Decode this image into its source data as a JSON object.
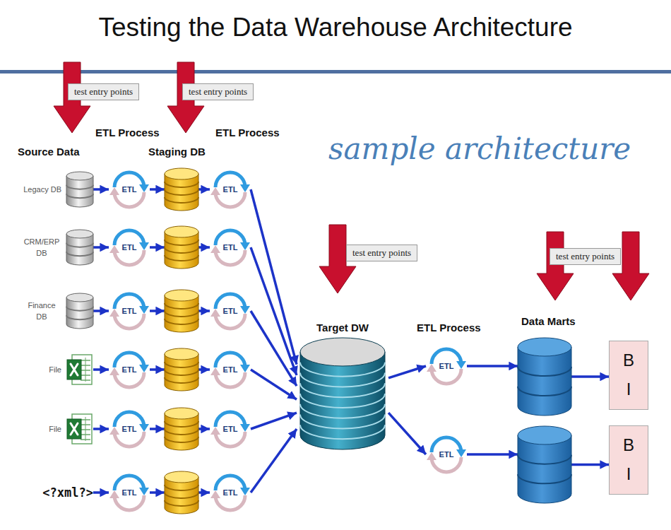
{
  "diagram": {
    "title": "Testing the Data Warehouse Architecture",
    "nodes": [
      {
        "text": [
          "Legacy DB"
        ]
      },
      {
        "text": [
          "ETL"
        ]
      },
      {
        "text": []
      },
      {
        "text": [
          "ETL"
        ]
      },
      {
        "text": [
          "CRM/ERP DB"
        ]
      },
      {
        "text": [
          "ETL"
        ]
      },
      {
        "text": []
      },
      {
        "text": [
          "ETL"
        ]
      },
      {
        "text": [
          "Finance DB"
        ]
      },
      {
        "text": [
          "ETL"
        ]
      },
      {
        "text": []
      },
      {
        "text": [
          "ETL"
        ]
      },
      {
        "text": [
          "File"
        ]
      },
      {
        "text": [
          "ETL"
        ]
      },
      {
        "text": []
      },
      {
        "text": [
          "ETL"
        ]
      },
      {
        "text": [
          "File"
        ]
      },
      {
        "text": [
          "ETL"
        ]
      },
      {
        "text": []
      },
      {
        "text": [
          "ETL"
        ]
      },
      {
        "text": [
          "<?xml?>"
        ]
      },
      {
        "text": [
          "ETL"
        ]
      },
      {
        "text": []
      },
      {
        "text": [
          "ETL"
        ]
      },
      {
        "text": [
          "Target DW"
        ]
      },
      {
        "text": [
          "ETL"
        ]
      },
      {
        "text": [
          "ETL"
        ]
      },
      {
        "text": []
      },
      {
        "text": []
      },
      {
        "text": [
          "B I"
        ]
      },
      {
        "text": [
          "B I"
        ]
      }
    ],
    "edges": [
      {
        "from": 0,
        "to": 1,
        "arrow": "to"
      },
      {
        "from": 1,
        "to": 2,
        "arrow": "to"
      },
      {
        "from": 2,
        "to": 3,
        "arrow": "to"
      },
      {
        "from": 3,
        "to": 24,
        "arrow": "to"
      },
      {
        "from": 4,
        "to": 5,
        "arrow": "to"
      },
      {
        "from": 5,
        "to": 6,
        "arrow": "to"
      },
      {
        "from": 6,
        "to": 7,
        "arrow": "to"
      },
      {
        "from": 7,
        "to": 24,
        "arrow": "to"
      },
      {
        "from": 8,
        "to": 9,
        "arrow": "to"
      },
      {
        "from": 9,
        "to": 10,
        "arrow": "to"
      },
      {
        "from": 10,
        "to": 11,
        "arrow": "to"
      },
      {
        "from": 11,
        "to": 24,
        "arrow": "to"
      },
      {
        "from": 12,
        "to": 13,
        "arrow": "to"
      },
      {
        "from": 13,
        "to": 14,
        "arrow": "to"
      },
      {
        "from": 14,
        "to": 15,
        "arrow": "to"
      },
      {
        "from": 15,
        "to": 24,
        "arrow": "to"
      },
      {
        "from": 16,
        "to": 17,
        "arrow": "to"
      },
      {
        "from": 17,
        "to": 18,
        "arrow": "to"
      },
      {
        "from": 18,
        "to": 19,
        "arrow": "to"
      },
      {
        "from": 19,
        "to": 24,
        "arrow": "to"
      },
      {
        "from": 20,
        "to": 21,
        "arrow": "to"
      },
      {
        "from": 21,
        "to": 22,
        "arrow": "to"
      },
      {
        "from": 22,
        "to": 23,
        "arrow": "to"
      },
      {
        "from": 23,
        "to": 24,
        "arrow": "to"
      },
      {
        "from": 24,
        "to": 25,
        "arrow": "to"
      },
      {
        "from": 24,
        "to": 26,
        "arrow": "to"
      },
      {
        "from": 25,
        "to": 27,
        "arrow": "to"
      },
      {
        "from": 26,
        "to": 28,
        "arrow": "to"
      },
      {
        "from": 27,
        "to": 29,
        "arrow": "to"
      },
      {
        "from": 28,
        "to": 30,
        "arrow": "to"
      }
    ],
    "labels": [
      "test entry points",
      "test entry points",
      "ETL Process",
      "ETL Process",
      "Source Data",
      "Staging DB",
      "sample architecture",
      "test entry points",
      "test entry points",
      "ETL Process",
      "Data Marts"
    ]
  }
}
